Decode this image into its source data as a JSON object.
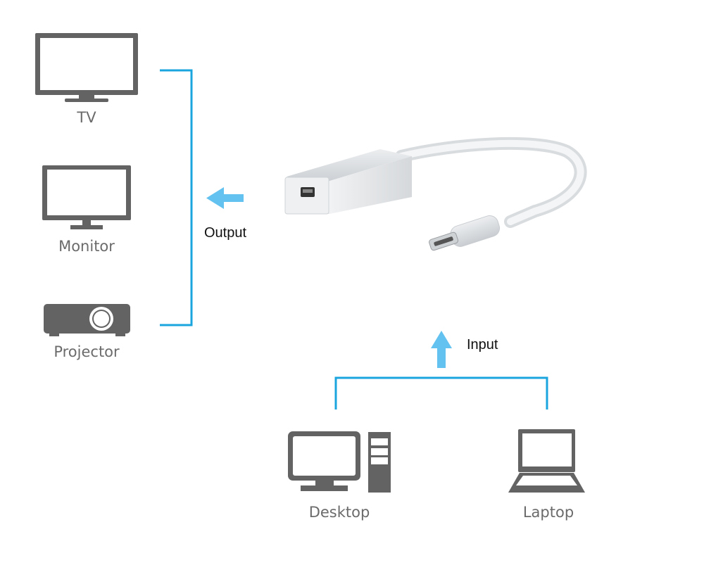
{
  "outputs": [
    {
      "label": "TV",
      "icon": "tv-icon"
    },
    {
      "label": "Monitor",
      "icon": "monitor-icon"
    },
    {
      "label": "Projector",
      "icon": "projector-icon"
    }
  ],
  "inputs": [
    {
      "label": "Desktop",
      "icon": "desktop-icon"
    },
    {
      "label": "Laptop",
      "icon": "laptop-icon"
    }
  ],
  "output_label": "Output",
  "input_label": "Input",
  "colors": {
    "icon": "#636363",
    "line": "#1ba5df",
    "arrow": "#63c2ef"
  }
}
